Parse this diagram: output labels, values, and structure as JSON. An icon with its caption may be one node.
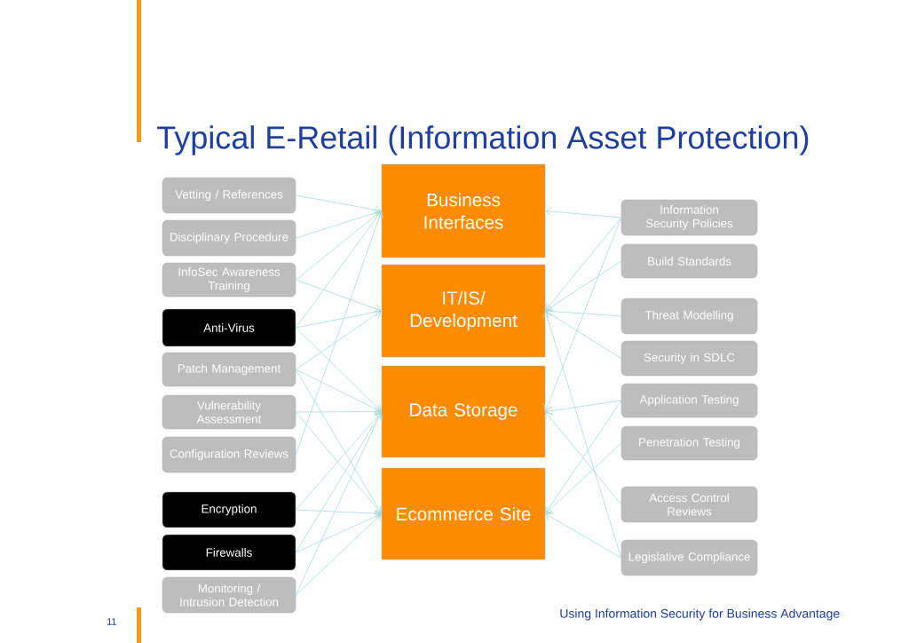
{
  "diagram": {
    "title": "Typical E-Retail (Information Asset Protection)",
    "nodes": [
      {
        "text": [
          "Vetting / References"
        ]
      },
      {
        "text": [
          "Disciplinary Procedure"
        ]
      },
      {
        "text": [
          "InfoSec Awareness Training"
        ]
      },
      {
        "text": [
          "Anti-Virus"
        ]
      },
      {
        "text": [
          "Patch Management"
        ]
      },
      {
        "text": [
          "Vulnerability Assessment"
        ]
      },
      {
        "text": [
          "Configuration Reviews"
        ]
      },
      {
        "text": [
          "Encryption"
        ]
      },
      {
        "text": [
          "Firewalls"
        ]
      },
      {
        "text": [
          "Monitoring / Intrusion Detection"
        ]
      },
      {
        "text": [
          "Business Interfaces"
        ]
      },
      {
        "text": [
          "IT/IS/ Development"
        ]
      },
      {
        "text": [
          "Data Storage"
        ]
      },
      {
        "text": [
          "Ecommerce Site"
        ]
      },
      {
        "text": [
          "Information Security Policies"
        ]
      },
      {
        "text": [
          "Build Standards"
        ]
      },
      {
        "text": [
          "Threat Modelling"
        ]
      },
      {
        "text": [
          "Security in SDLC"
        ]
      },
      {
        "text": [
          "Application Testing"
        ]
      },
      {
        "text": [
          "Penetration Testing"
        ]
      },
      {
        "text": [
          "Access Control Reviews"
        ]
      },
      {
        "text": [
          "Legislative Compliance"
        ]
      }
    ],
    "edges": [
      {
        "from": 0,
        "to": 10,
        "arrow": "to"
      },
      {
        "from": 1,
        "to": 10,
        "arrow": "to"
      },
      {
        "from": 2,
        "to": 10,
        "arrow": "to"
      },
      {
        "from": 2,
        "to": 11,
        "arrow": "to"
      },
      {
        "from": 3,
        "to": 10,
        "arrow": "to"
      },
      {
        "from": 3,
        "to": 11,
        "arrow": "to"
      },
      {
        "from": 3,
        "to": 12,
        "arrow": "to"
      },
      {
        "from": 4,
        "to": 11,
        "arrow": "to"
      },
      {
        "from": 4,
        "to": 12,
        "arrow": "to"
      },
      {
        "from": 4,
        "to": 13,
        "arrow": "to"
      },
      {
        "from": 5,
        "to": 12,
        "arrow": "to"
      },
      {
        "from": 5,
        "to": 13,
        "arrow": "to"
      },
      {
        "from": 6,
        "to": 10,
        "arrow": "to"
      },
      {
        "from": 7,
        "to": 12,
        "arrow": "to"
      },
      {
        "from": 7,
        "to": 13,
        "arrow": "to"
      },
      {
        "from": 8,
        "to": 12,
        "arrow": "to"
      },
      {
        "from": 8,
        "to": 13,
        "arrow": "to"
      },
      {
        "from": 9,
        "to": 12,
        "arrow": "to"
      },
      {
        "from": 9,
        "to": 13,
        "arrow": "to"
      },
      {
        "from": 14,
        "to": 10,
        "arrow": "to"
      },
      {
        "from": 14,
        "to": 11,
        "arrow": "to"
      },
      {
        "from": 14,
        "to": 12,
        "arrow": "to"
      },
      {
        "from": 15,
        "to": 11,
        "arrow": "to"
      },
      {
        "from": 16,
        "to": 11,
        "arrow": "to"
      },
      {
        "from": 17,
        "to": 11,
        "arrow": "to"
      },
      {
        "from": 18,
        "to": 12,
        "arrow": "to"
      },
      {
        "from": 18,
        "to": 13,
        "arrow": "to"
      },
      {
        "from": 19,
        "to": 13,
        "arrow": "to"
      },
      {
        "from": 20,
        "to": 12,
        "arrow": "to"
      },
      {
        "from": 21,
        "to": 11,
        "arrow": "to"
      },
      {
        "from": 21,
        "to": 13,
        "arrow": "to"
      }
    ],
    "labels": [
      "11",
      "Using Information Security for Business Advantage"
    ]
  }
}
